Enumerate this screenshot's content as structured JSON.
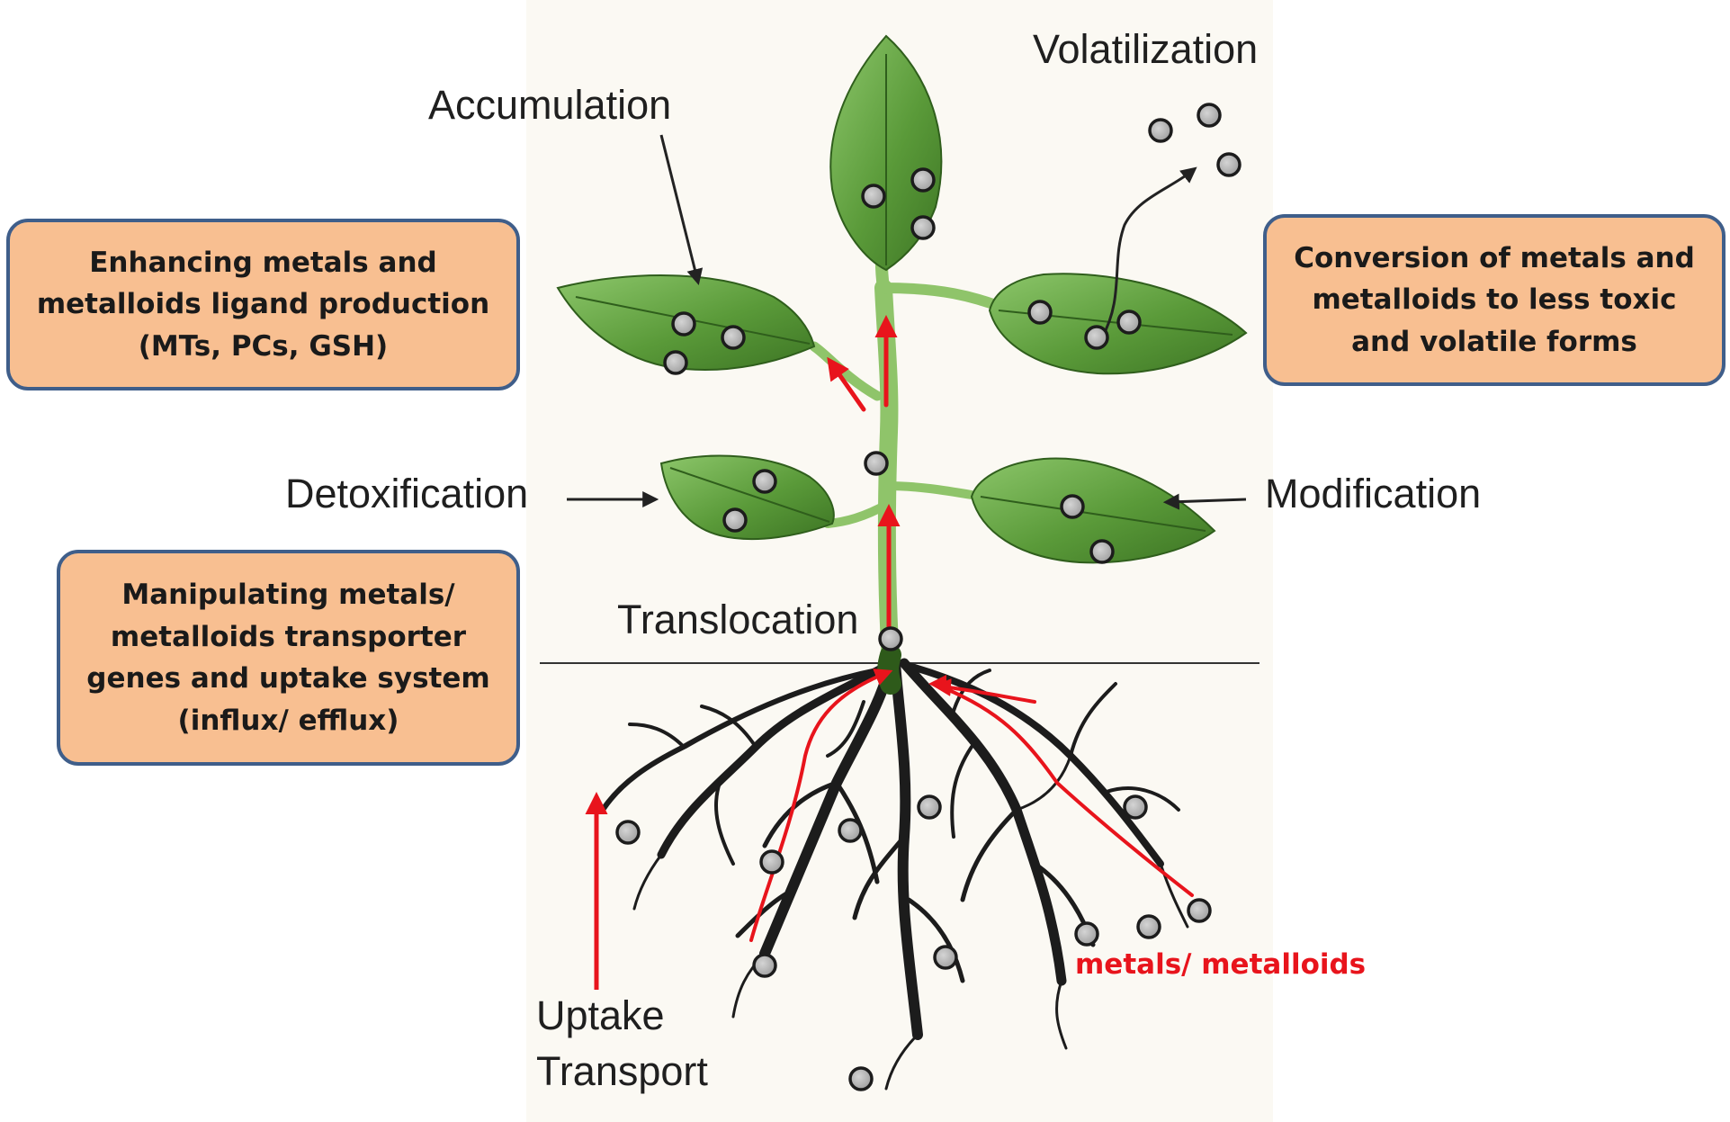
{
  "stage_labels": {
    "accumulation": "Accumulation",
    "volatilization": "Volatilization",
    "detoxification": "Detoxification",
    "modification": "Modification",
    "translocation": "Translocation",
    "uptake_line1": "Uptake",
    "uptake_line2": "Transport",
    "metals": "metals/ metalloids"
  },
  "callouts": {
    "ligand": [
      "Enhancing metals and",
      "metalloids ligand production",
      "(MTs, PCs, GSH)"
    ],
    "conversion": [
      "Conversion of metals and",
      "metalloids to less toxic",
      "and volatile forms"
    ],
    "transporter": [
      "Manipulating metals/",
      "metalloids transporter",
      "genes and uptake system",
      "(influx/ efflux)"
    ]
  },
  "icons": {
    "metal_particle": "grey-circle-icon",
    "plant": "seedling-icon",
    "roots": "root-system-icon"
  },
  "colors": {
    "leaf": "#5c9e3a",
    "leaf_dark": "#3f7a26",
    "stem": "#8fc46a",
    "callout_fill": "#f8bf91",
    "callout_border": "#3f5e8a",
    "transport_arrow": "#e8141c",
    "particle": "#b9b9b9",
    "root": "#1c1c1c"
  }
}
